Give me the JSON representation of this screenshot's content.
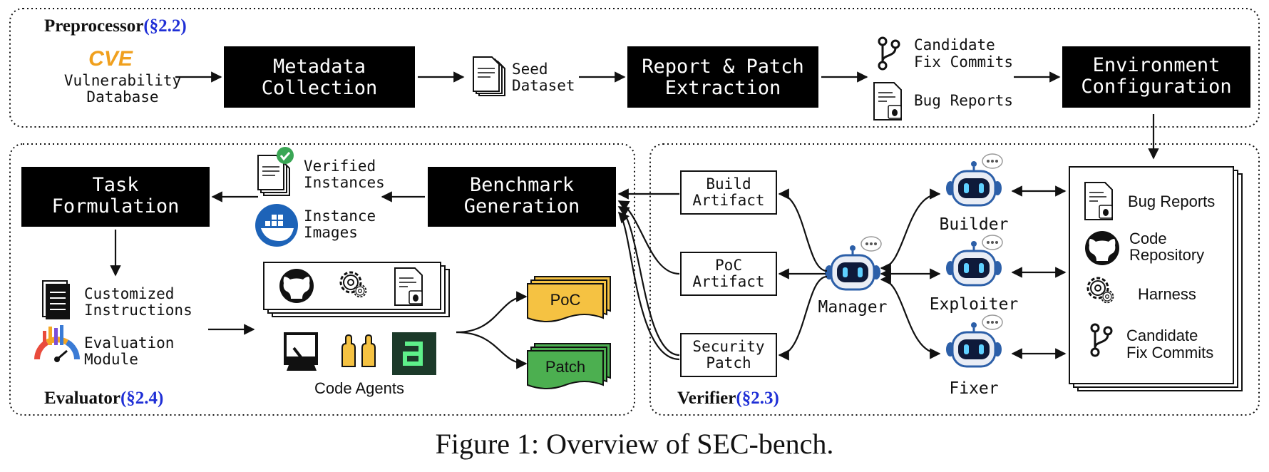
{
  "preprocessor": {
    "title": "Preprocessor",
    "ref": "(§2.2)",
    "cve_logo_text": "CVE",
    "vuln_db_line1": "Vulnerability",
    "vuln_db_line2": "Database",
    "metadata_line1": "Metadata",
    "metadata_line2": "Collection",
    "seed_line1": "Seed",
    "seed_line2": "Dataset",
    "report_line1": "Report & Patch",
    "report_line2": "Extraction",
    "candidate_line1": "Candidate",
    "candidate_line2": "Fix Commits",
    "bug_reports": "Bug Reports",
    "env_line1": "Environment",
    "env_line2": "Configuration"
  },
  "evaluator": {
    "title": "Evaluator",
    "ref": "(§2.4)",
    "task_line1": "Task",
    "task_line2": "Formulation",
    "verified_line1": "Verified",
    "verified_line2": "Instances",
    "images_line1": "Instance",
    "images_line2": "Images",
    "bench_line1": "Benchmark",
    "bench_line2": "Generation",
    "custom_line1": "Customized",
    "custom_line2": "Instructions",
    "eval_line1": "Evaluation",
    "eval_line2": "Module",
    "code_agents": "Code Agents",
    "poc": "PoC",
    "patch": "Patch"
  },
  "verifier": {
    "title": "Verifier",
    "ref": "(§2.3)",
    "build_line1": "Build",
    "build_line2": "Artifact",
    "poc_line1": "PoC",
    "poc_line2": "Artifact",
    "sec_line1": "Security",
    "sec_line2": "Patch",
    "manager": "Manager",
    "builder": "Builder",
    "exploiter": "Exploiter",
    "fixer": "Fixer",
    "bug_reports": "Bug Reports",
    "code_repo_line1": "Code",
    "code_repo_line2": "Repository",
    "harness": "Harness",
    "candidate_line1": "Candidate",
    "candidate_line2": "Fix Commits"
  },
  "caption": "Figure 1: Overview of SEC-bench.",
  "colors": {
    "cve_orange": "#f0a01e",
    "ref_blue": "#1f2fd6",
    "poc_yellow": "#f5c242",
    "patch_green": "#4caf50",
    "robot_blue": "#2c5fa8",
    "check_green": "#3aa655",
    "docker_blue": "#1d63b8"
  }
}
